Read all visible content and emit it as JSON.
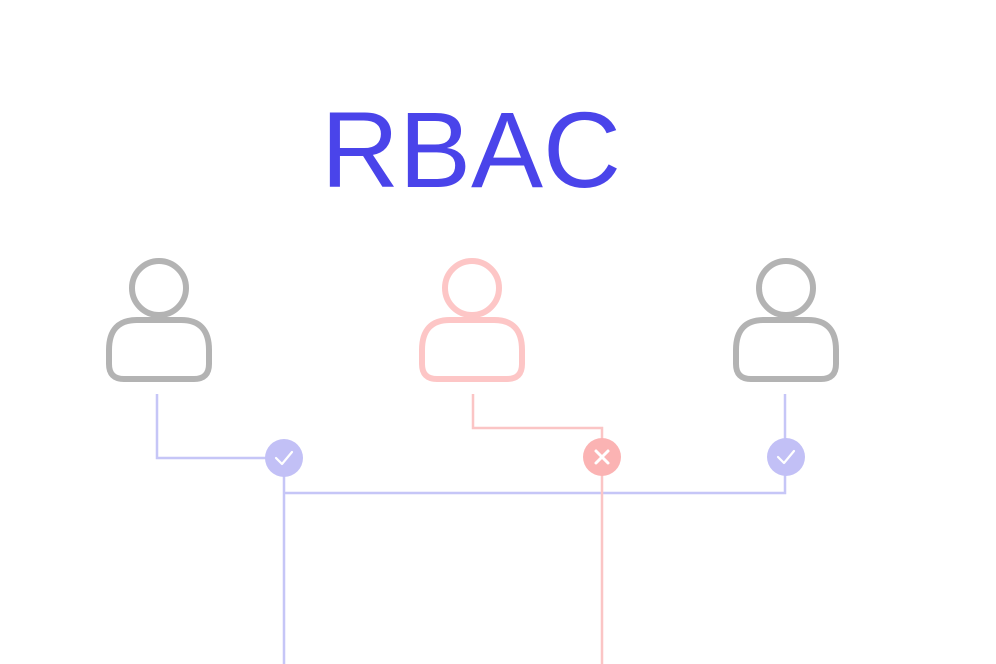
{
  "diagram": {
    "title": "RBAC",
    "colors": {
      "title": "#4a44ea",
      "allowed_line": "#c6c6f7",
      "allowed_badge": "#c2c0f6",
      "denied_line": "#fbc5c5",
      "denied_badge": "#fbb3b3",
      "user_neutral": "#b3b3b3",
      "user_denied": "#fdc6c6",
      "badge_glyph": "#ffffff"
    },
    "users": [
      {
        "name": "user-left",
        "status": "allowed",
        "icon": "user-icon"
      },
      {
        "name": "user-center",
        "status": "denied",
        "icon": "user-icon"
      },
      {
        "name": "user-right",
        "status": "allowed",
        "icon": "user-icon"
      }
    ],
    "badges": [
      {
        "name": "check-badge-left",
        "icon": "check-icon",
        "status": "allowed"
      },
      {
        "name": "deny-badge-center",
        "icon": "close-icon",
        "status": "denied"
      },
      {
        "name": "check-badge-right",
        "icon": "check-icon",
        "status": "allowed"
      }
    ]
  }
}
